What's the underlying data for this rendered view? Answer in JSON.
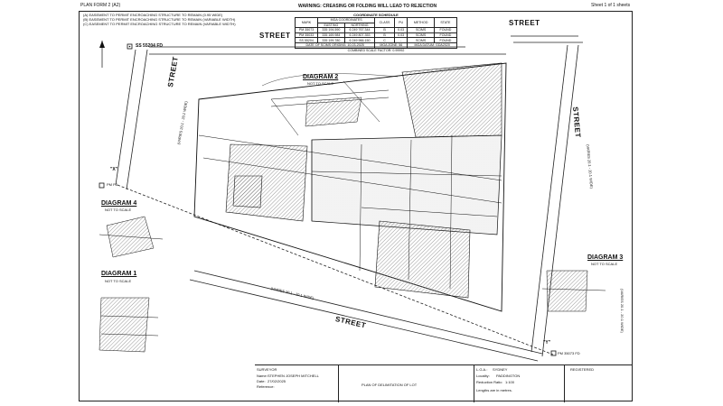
{
  "header": {
    "plan_form": "PLAN FORM 2 (A2)",
    "warning": "WARNING: CREASING OR FOLDING WILL LEAD TO REJECTION",
    "sheet": "Sheet 1 of 1 sheets"
  },
  "easements": [
    "(A) EASEMENT TO PERMIT ENCROACHING STRUCTURE TO REMAIN (0.95 WIDE)",
    "(B) EASEMENT TO PERMIT ENCROACHING STRUCTURE TO REMAIN (VARIABLE WIDTH)",
    "(C) EASEMENT TO PERMIT ENCROACHING STRUCTURE TO REMAIN (VARIABLE WIDTH)"
  ],
  "coord_schedule": {
    "title": "COORDINATE SCHEDULE",
    "headers": [
      "MARK",
      "MGA COORDINATES",
      "CLASS",
      "PU",
      "METHOD",
      "STATE"
    ],
    "subheaders": [
      "EASTING",
      "NORTHING"
    ],
    "rows": [
      [
        "PM 35073",
        "335 194.590",
        "6 249 767.344",
        "B",
        "0.03",
        "SCIMS",
        "FOUND"
      ],
      [
        "PM 35033",
        "335 169.984",
        "6 249 807.353",
        "B",
        "0.03",
        "SCIMS",
        "FOUND"
      ],
      [
        "SS 55204",
        "335 199.780",
        "6 249 966.150",
        "C",
        "-",
        "SCIMS",
        "FOUND"
      ]
    ],
    "footer": [
      "DATE OF SCIMS ORIGINS: 10-03-2025",
      "MGA ZONE: 56",
      "MGA DATUM: GDA2020"
    ],
    "scale_factor": "COMBINED SCALE FACTOR: 0.99992"
  },
  "streets": {
    "top_center": "STREET",
    "top_right": "STREET",
    "left": "STREET",
    "right": "STREET",
    "bottom": "STREET",
    "road_width_left": "(VARIES 20.1 - 20.1 WIDE)",
    "road_width_right": "(VARIES 20.1 - 20.1 WIDE)",
    "road_width_bottom": "(VARIES 20.1 - 20.1 WIDE)",
    "road_width_diag3": "(VARIES 20.1 - 20.1 WIDE)"
  },
  "diagrams": {
    "d1": {
      "title": "DIAGRAM 1",
      "note": "NOT TO SCALE"
    },
    "d2": {
      "title": "DIAGRAM 2",
      "note": "NOT TO SCALE"
    },
    "d3": {
      "title": "DIAGRAM 3",
      "note": "NOT TO SCALE"
    },
    "d4": {
      "title": "DIAGRAM 4",
      "note": "NOT TO SCALE"
    }
  },
  "marks": {
    "ss": "SS 55204 FD",
    "x": "\"X\"",
    "y": "\"Y\"",
    "pmx": "PM FD",
    "pmy": "PM 35073 FD"
  },
  "titleblock": {
    "surveyor_heading": "SURVEYOR",
    "name_label": "Name:",
    "name": "STEPHEN JOSEPH MITCHELL",
    "date_label": "Date:",
    "date": "27/02/2025",
    "reference_label": "Reference:",
    "plan_title": "PLAN OF DELIMITATION OF LOT",
    "lga_label": "L.G.A.:",
    "lga": "SYDNEY",
    "locality_label": "Locality:",
    "locality": "PADDINGTON",
    "reduction_label": "Reduction Ratio",
    "reduction": "1:100",
    "lengths_note": "Lengths are in metres.",
    "registered": "REGISTERED"
  }
}
